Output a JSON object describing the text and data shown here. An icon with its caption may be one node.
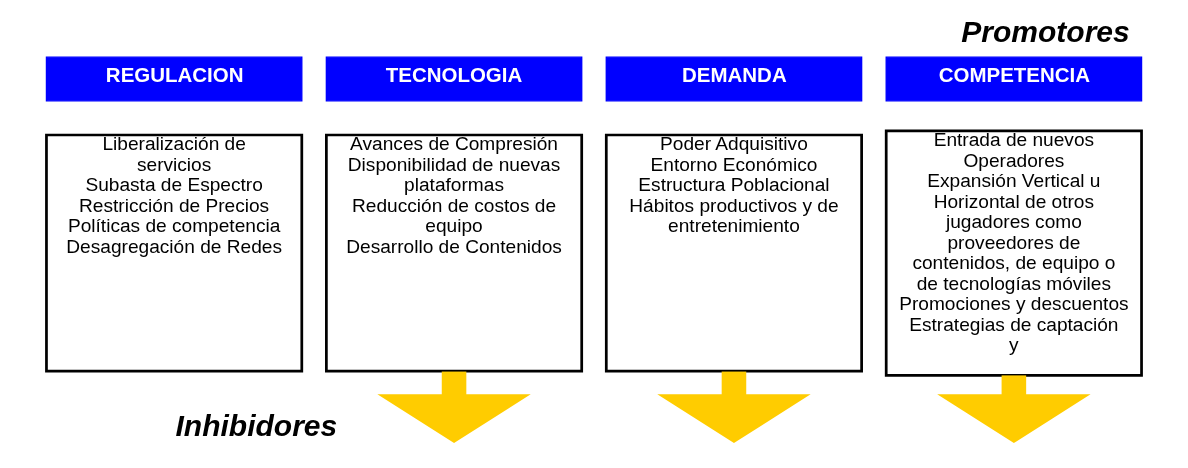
{
  "diagram": {
    "title": "Promotores",
    "nodes": [
      {
        "text": [
          "REGULACION"
        ]
      },
      {
        "text": [
          "TECNOLOGIA"
        ]
      },
      {
        "text": [
          "DEMANDA"
        ]
      },
      {
        "text": [
          "COMPETENCIA"
        ]
      },
      {
        "text": [
          "Liberalización de servicios",
          "Subasta de Espectro",
          "Restricción de Precios",
          "Políticas de competencia",
          "Desagregación de Redes"
        ]
      },
      {
        "text": [
          "Avances de Compresión",
          "Disponibilidad de nuevas  plataformas",
          "Reducción de costos de equipo",
          "Desarrollo de Contenidos"
        ]
      },
      {
        "text": [
          "Poder Adquisitivo",
          "Entorno Económico",
          "Estructura Poblacional",
          "Hábitos productivos y de entretenimiento"
        ]
      },
      {
        "text": [
          "Entrada de nuevos Operadores",
          "Expansión Vertical u Horizontal de otros jugadores como proveedores de contenidos, de equipo o de tecnologías móviles",
          "Promociones y descuentos",
          "Estrategias de captación y"
        ]
      }
    ],
    "edges": [
      {
        "from": 5,
        "to": null,
        "arrow": "to",
        "color": "#ffcc00"
      },
      {
        "from": 6,
        "to": null,
        "arrow": "to",
        "color": "#ffcc00"
      },
      {
        "from": 7,
        "to": null,
        "arrow": "to",
        "color": "#ffcc00"
      }
    ],
    "labels": [
      "Inhibidores"
    ]
  }
}
